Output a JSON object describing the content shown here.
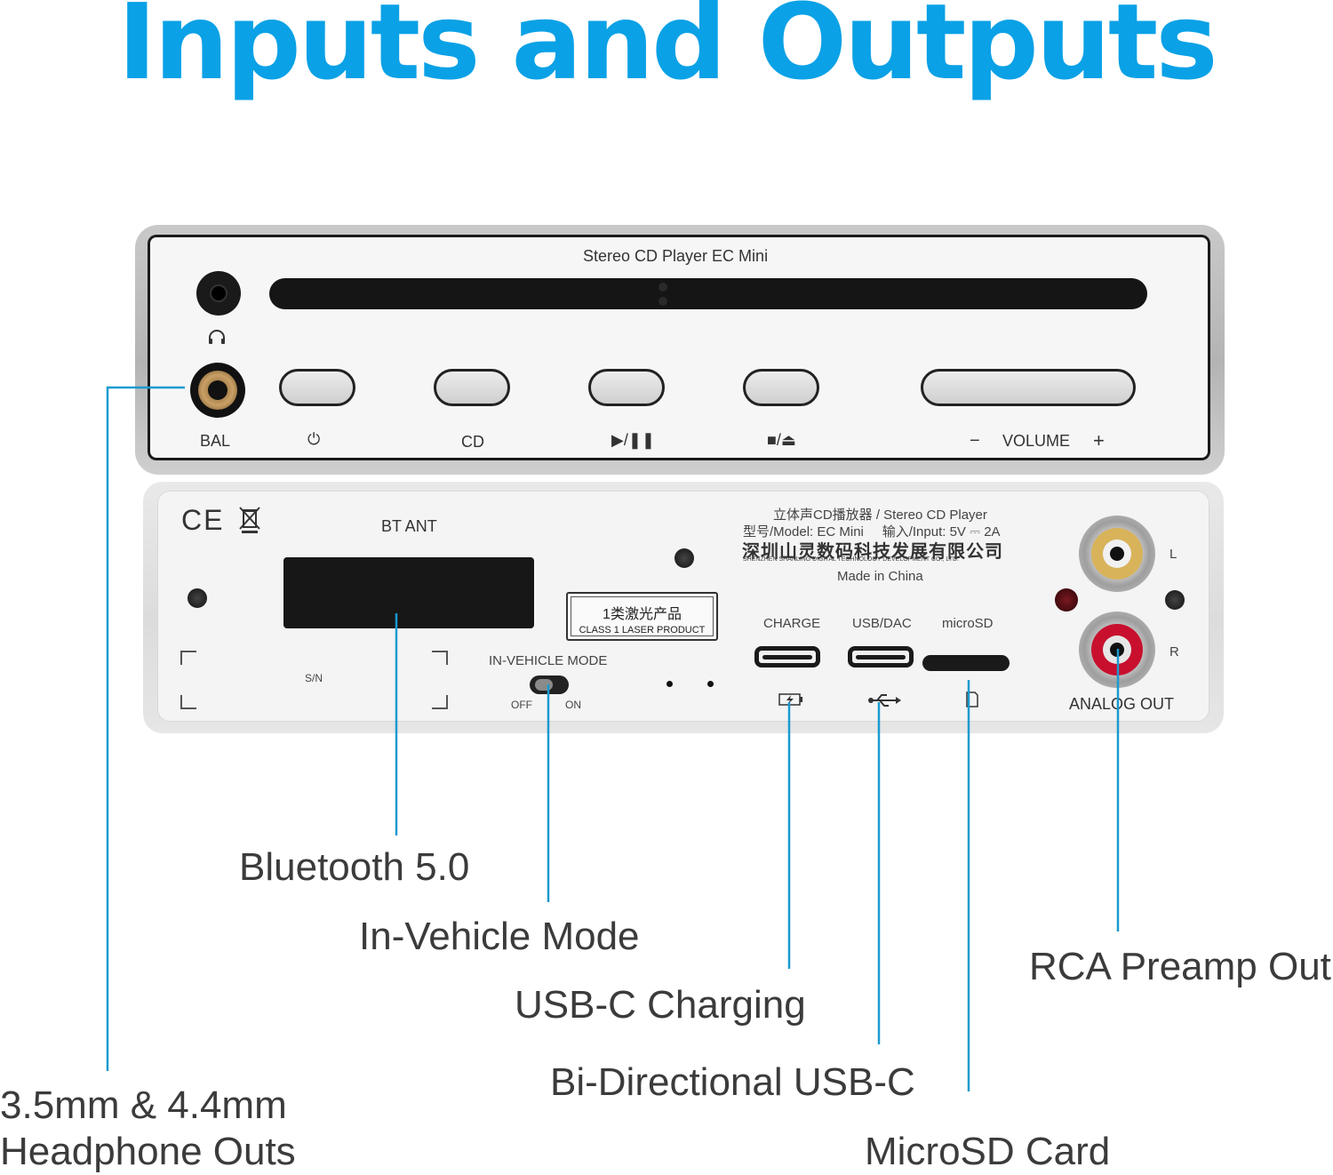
{
  "headline": "Inputs and Outputs",
  "colors": {
    "headline": "#0aa1e6",
    "callout_line": "#1a9ad0",
    "rca_left": "#d8b35a",
    "rca_right": "#c8102e",
    "led": "#5a0f14"
  },
  "front_panel": {
    "title": "Stereo CD Player  EC Mini",
    "bal_label": "BAL",
    "power_label": "⏻",
    "cd_label": "CD",
    "play_label": "▶/❚❚",
    "stop_eject_label": "■/⏏",
    "volume_minus": "−",
    "volume_label": "VOLUME",
    "volume_plus": "+",
    "headphone_icon": "headphone-icon"
  },
  "rear_panel": {
    "ce_mark": "CE",
    "bt_ant": "BT ANT",
    "sn": "S/N",
    "info_line1": "立体声CD播放器 / Stereo CD Player",
    "info_line2": "型号/Model: EC Mini     输入/Input: 5V ⎓ 2A",
    "company_cn": "深圳山灵数码科技发展有限公司",
    "company_en": "SHENZHEN SHANLING DIGITAL TECHNOLOGY DEVELOPMENT CO., LTD.",
    "made_in": "Made in China",
    "laser_cn": "1类激光产品",
    "laser_en": "CLASS 1 LASER PRODUCT",
    "vehicle_mode": "IN-VEHICLE MODE",
    "off": "OFF",
    "on": "ON",
    "charge": "CHARGE",
    "usb_dac": "USB/DAC",
    "microsd": "microSD",
    "left": "L",
    "right": "R",
    "analog_out": "ANALOG OUT"
  },
  "callouts": {
    "bluetooth": "Bluetooth 5.0",
    "vehicle": "In-Vehicle Mode",
    "usb_charging": "USB-C Charging",
    "bidirectional": "Bi-Directional USB-C",
    "microsd": "MicroSD Card",
    "rca": "RCA Preamp Out",
    "headphone_line1": "3.5mm & 4.4mm",
    "headphone_line2": "Headphone Outs"
  }
}
